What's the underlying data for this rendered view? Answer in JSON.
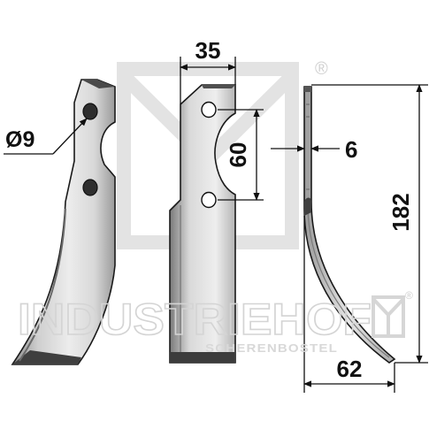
{
  "dimensions": {
    "hole_diameter": "Ø9",
    "width": "35",
    "hole_spacing": "60",
    "thickness": "6",
    "height": "182",
    "offset": "62"
  },
  "watermark": {
    "brand": "INDUSTRIEHOF",
    "location": "SCHERENBOSTEL",
    "registered_mark": "®"
  },
  "colors": {
    "blade_light": "#e6e6e6",
    "blade_dark": "#5a5a5a",
    "outline": "#1a1a1a",
    "dimension_line": "#111111",
    "watermark": "#d4d4d4"
  }
}
